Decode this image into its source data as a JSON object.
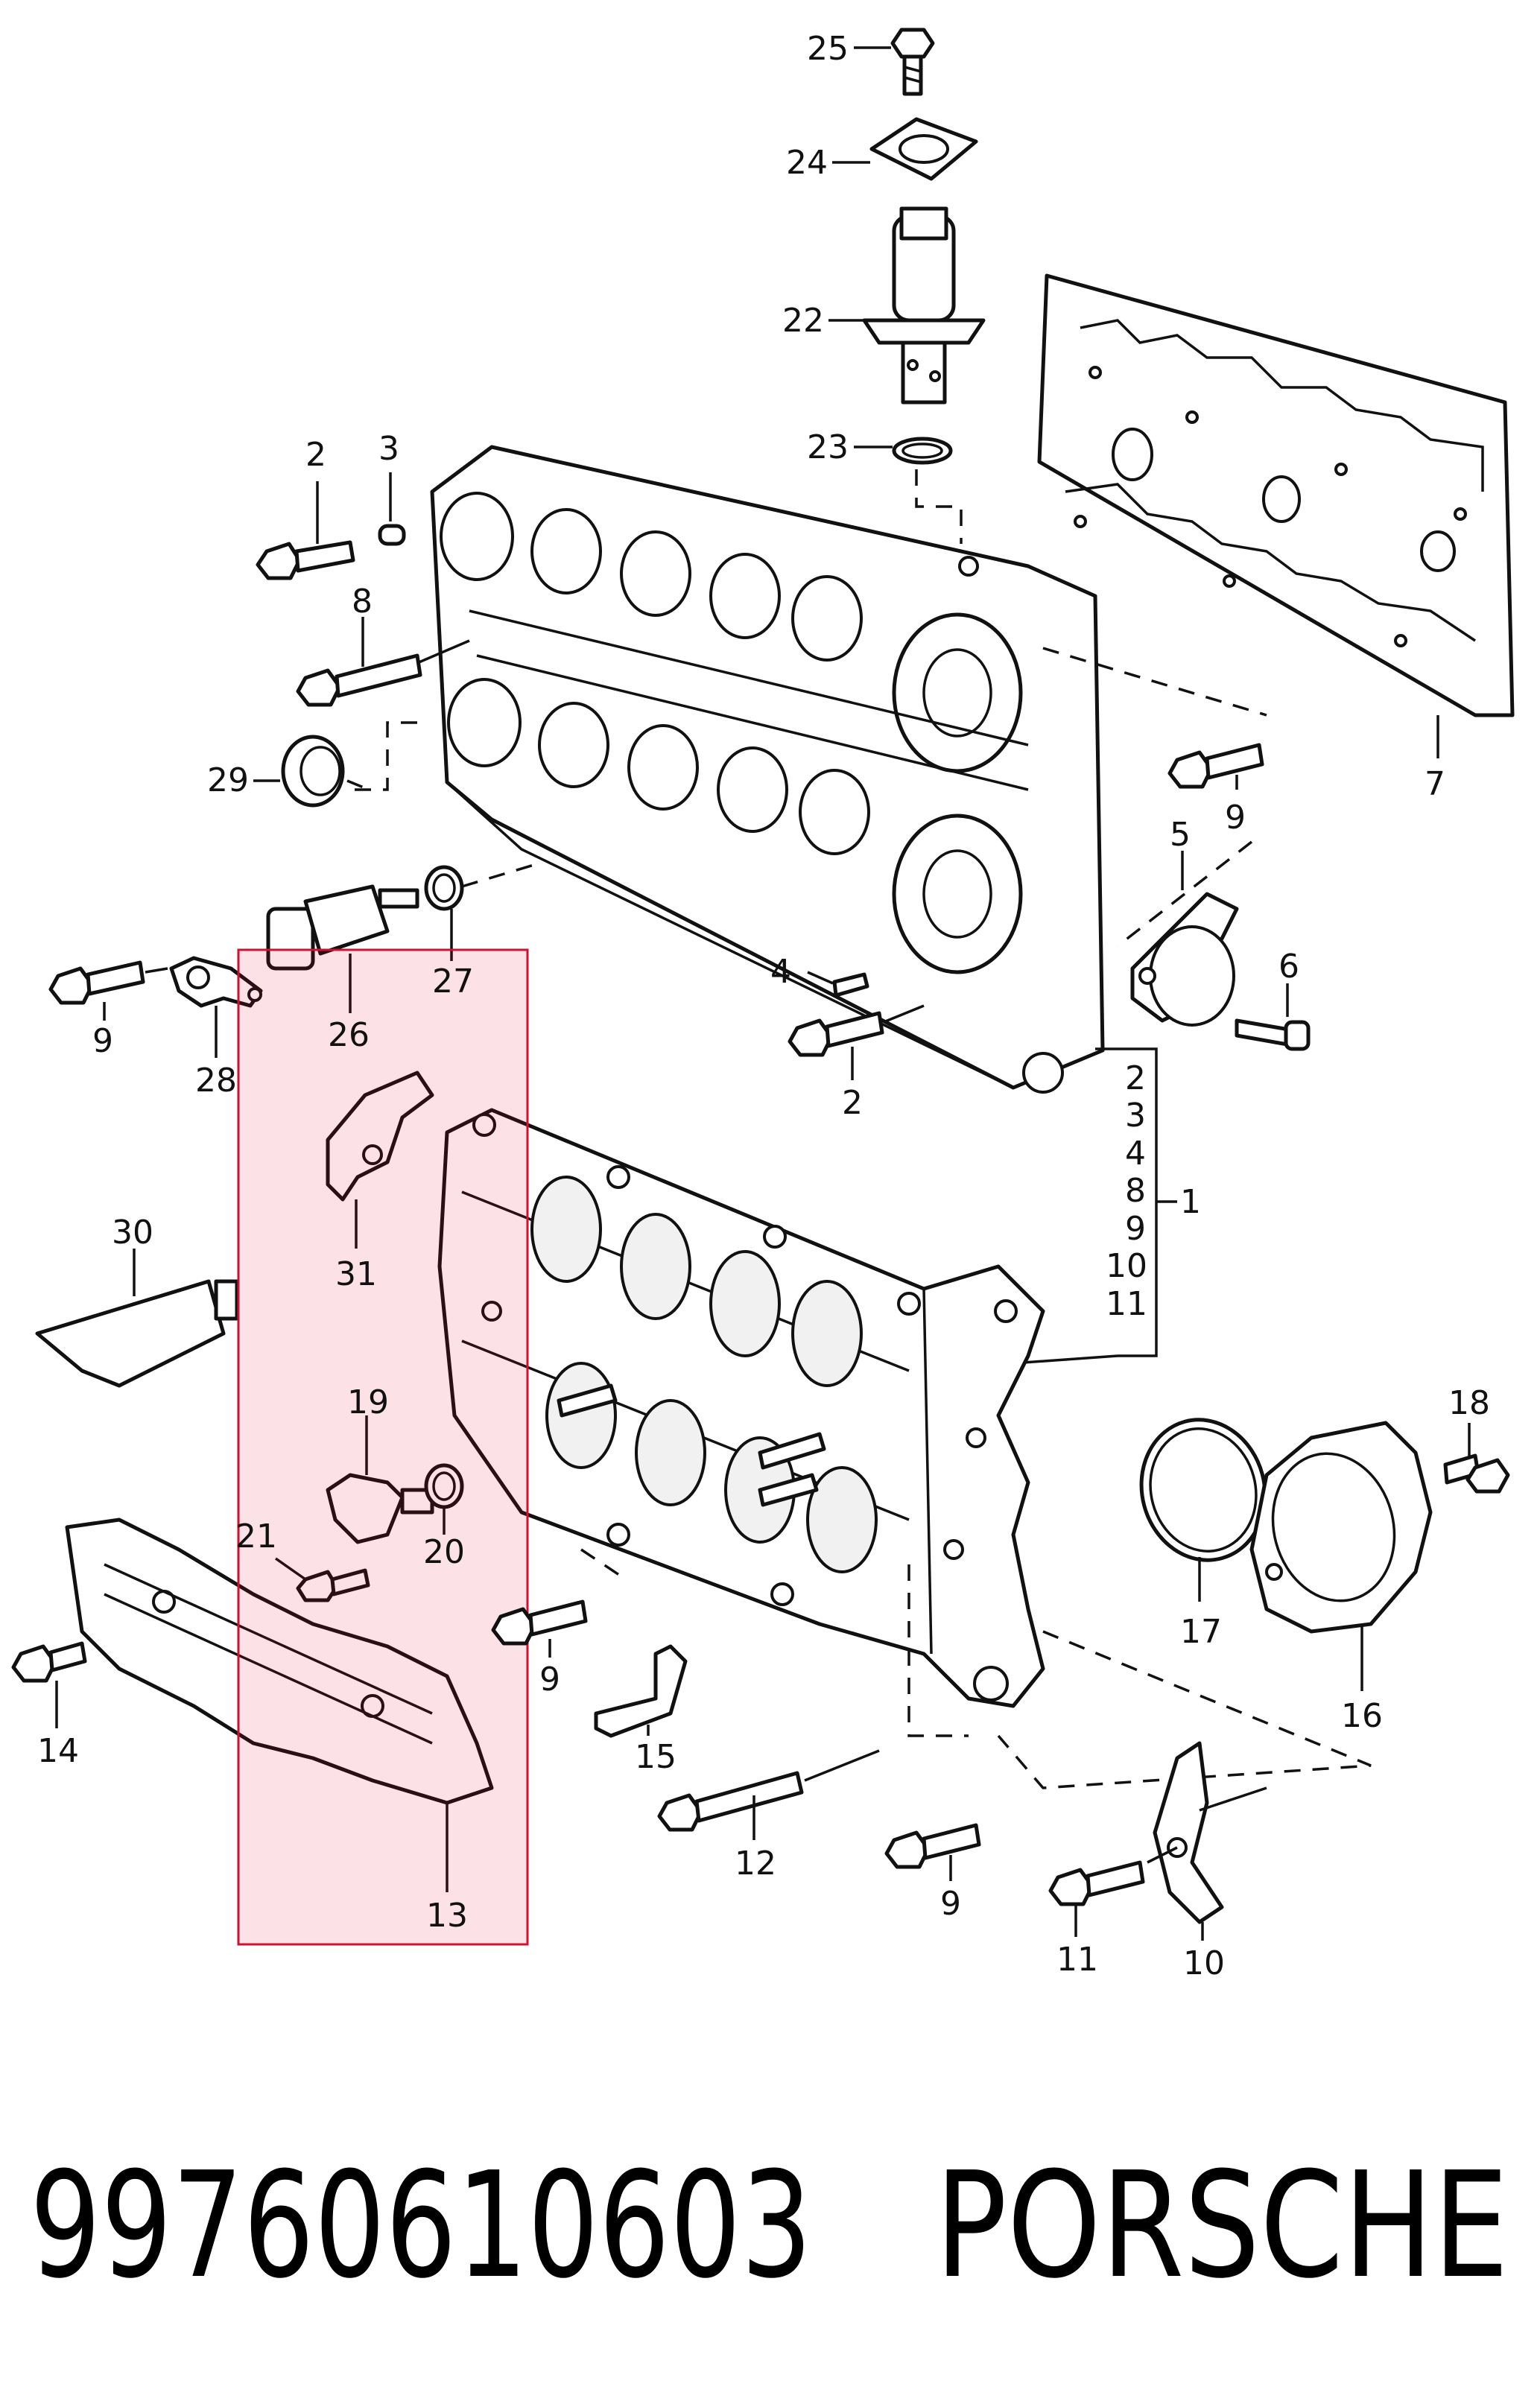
{
  "callouts": [
    {
      "n": "25"
    },
    {
      "n": "24"
    },
    {
      "n": "22"
    },
    {
      "n": "23"
    },
    {
      "n": "2"
    },
    {
      "n": "3"
    },
    {
      "n": "8"
    },
    {
      "n": "29"
    },
    {
      "n": "7"
    },
    {
      "n": "9"
    },
    {
      "n": "5"
    },
    {
      "n": "27"
    },
    {
      "n": "26"
    },
    {
      "n": "9"
    },
    {
      "n": "28"
    },
    {
      "n": "4"
    },
    {
      "n": "6"
    },
    {
      "n": "2"
    },
    {
      "n": "31"
    },
    {
      "n": "30"
    },
    {
      "n": "2"
    },
    {
      "n": "3"
    },
    {
      "n": "4"
    },
    {
      "n": "8"
    },
    {
      "n": "9"
    },
    {
      "n": "10"
    },
    {
      "n": "11"
    },
    {
      "n": "1"
    },
    {
      "n": "19"
    },
    {
      "n": "18"
    },
    {
      "n": "21"
    },
    {
      "n": "20"
    },
    {
      "n": "17"
    },
    {
      "n": "14"
    },
    {
      "n": "9"
    },
    {
      "n": "16"
    },
    {
      "n": "15"
    },
    {
      "n": "12"
    },
    {
      "n": "13"
    },
    {
      "n": "9"
    },
    {
      "n": "11"
    },
    {
      "n": "10"
    }
  ],
  "caption": {
    "part_number": "99760610603",
    "brand": "PORSCHE"
  },
  "colors": {
    "highlight": "#e8102e",
    "line": "#111111"
  }
}
